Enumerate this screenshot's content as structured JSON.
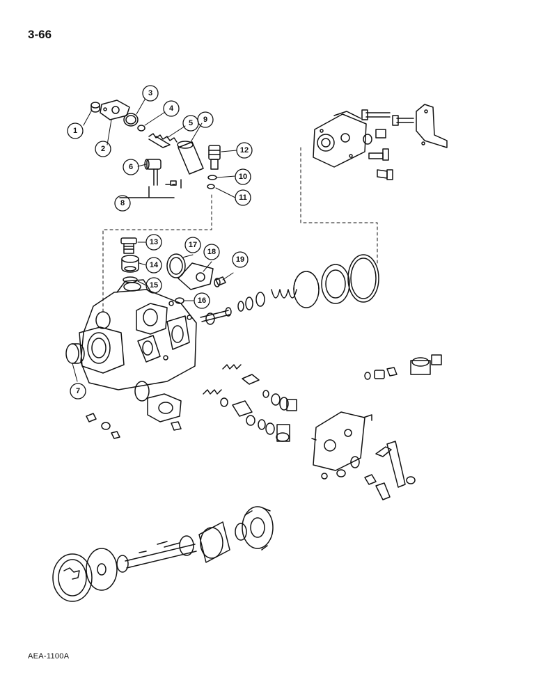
{
  "page": {
    "number": "3-66",
    "figure_code": "AEA-1100A"
  },
  "callouts": [
    "1",
    "2",
    "3",
    "4",
    "5",
    "6",
    "7",
    "8",
    "9",
    "10",
    "11",
    "12",
    "13",
    "14",
    "15",
    "16",
    "17",
    "18",
    "19"
  ]
}
